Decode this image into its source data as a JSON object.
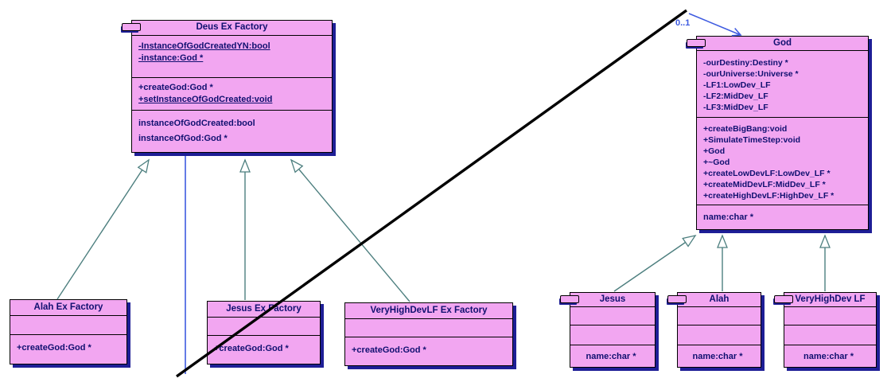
{
  "diagram_title": "UML class diagram: Deus Ex Factory / God",
  "association": {
    "multiplicity": "0..1"
  },
  "colors": {
    "box_fill": "#f2a6f1",
    "box_border": "#000000",
    "box_shadow": "#1e1e96",
    "text": "#101070",
    "generalization_line": "#4d7f7f",
    "association_line": "#3d5ae0",
    "annotation_line": "#000000"
  },
  "classes": {
    "deus": {
      "title": "Deus Ex Factory",
      "attrs": [
        "-InstanceOfGodCreatedYN:bool",
        "-instance:God *"
      ],
      "methods": [
        "+createGod:God *",
        "+setInstanceOfGodCreated:void"
      ],
      "props": [
        "instanceOfGodCreated:bool",
        "instanceOfGod:God *"
      ]
    },
    "god": {
      "title": "God",
      "attrs": [
        "-ourDestiny:Destiny *",
        "-ourUniverse:Universe *",
        "-LF1:LowDev_LF",
        "-LF2:MidDev_LF",
        "-LF3:MidDev_LF"
      ],
      "methods": [
        "+createBigBang:void",
        "+SimulateTimeStep:void",
        "+God",
        "+~God",
        "+createLowDevLF:LowDev_LF *",
        "+createMidDevLF:MidDev_LF *",
        "+createHighDevLF:HighDev_LF *"
      ],
      "props": [
        "name:char *"
      ]
    },
    "alah_factory": {
      "title": "Alah Ex Factory",
      "methods": [
        "+createGod:God *"
      ]
    },
    "jesus_factory": {
      "title": "Jesus Ex Factory",
      "methods": [
        "+createGod:God *"
      ]
    },
    "vhdlf_factory": {
      "title": "VeryHighDevLF Ex Factory",
      "methods": [
        "+createGod:God *"
      ]
    },
    "jesus": {
      "title": "Jesus",
      "props": [
        "name:char *"
      ]
    },
    "alah": {
      "title": "Alah",
      "props": [
        "name:char *"
      ]
    },
    "vhdlf": {
      "title": "VeryHighDev LF",
      "props": [
        "name:char *"
      ]
    }
  }
}
